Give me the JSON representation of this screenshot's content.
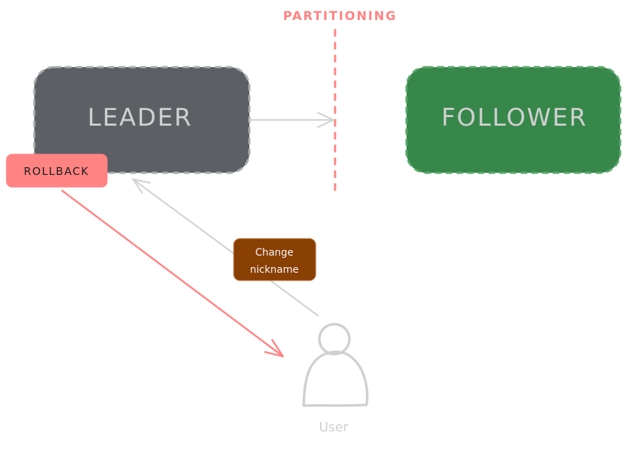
{
  "diagram": {
    "partition": {
      "label": "PARTITIONING",
      "color": "#ff8383"
    },
    "leader": {
      "label": "LEADER",
      "fill": "#5c5f64",
      "stroke": "#a8abae",
      "text_color": "#d0d0d0"
    },
    "follower": {
      "label": "FOLLOWER",
      "fill": "#37874a",
      "stroke": "#5aa86b",
      "text_color": "#d0d0d0"
    },
    "rollback": {
      "label": "ROLLBACK",
      "fill": "#ff8383",
      "text_color": "#1e1e1e"
    },
    "change_nickname": {
      "label_line1": "Change",
      "label_line2": "nickname",
      "fill": "#8a3f03",
      "text_color": "#f5f5f5"
    },
    "user": {
      "label": "User",
      "color": "#d0d0d0"
    },
    "arrows": {
      "leader_to_partition": {
        "from": "leader",
        "to": "partition",
        "color": "#d3d3d3"
      },
      "user_to_leader": {
        "from": "user",
        "to": "leader",
        "color": "#d3d3d3"
      },
      "rollback_to_user": {
        "from": "rollback",
        "to": "user",
        "color": "#ff8383"
      }
    }
  }
}
